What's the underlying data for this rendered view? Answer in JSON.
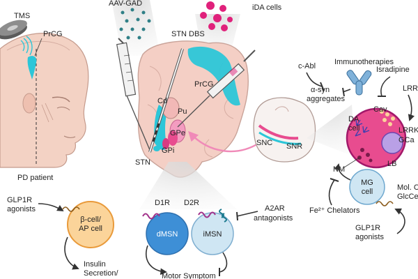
{
  "colors": {
    "cyan": "#2cc6d8",
    "skin": "#f3d2c4",
    "brain": "#f4cfc5",
    "brain_outline": "#c9a399",
    "pink": "#e84c8f",
    "magenta": "#e4177a",
    "orange_cell": "#fbd49a",
    "orange_edge": "#e99a3a",
    "dmsn_blue": "#3e8fd6",
    "imsn_blue": "#cfe6f3",
    "teal_dots": "#2f7f86",
    "ida_dots": "#e0217b",
    "purple": "#7a3fa8",
    "dark": "#333333"
  },
  "labels": {
    "tms": "TMS",
    "prcg_left": "PrCG",
    "pd_patient": "PD patient",
    "aav_gad": "AAV-GAD",
    "stn_dbs": "STN DBS",
    "prcg_brain": "PrCG",
    "ida_cells": "iDA cells",
    "cd": "Cd",
    "pu": "Pu",
    "gpe": "GPe",
    "gpi": "GPi",
    "stn": "STN",
    "snc": "SNC",
    "snr": "SNR",
    "c_abl": "c-Abl",
    "immunotherapies": "Immunotherapies",
    "isradipine": "Isradipine",
    "lrr": "LRR",
    "asyn_line1": "α-syn",
    "asyn_line2": "aggregates",
    "cav": "Cav",
    "da_cell_line1": "DA",
    "da_cell_line2": "cell",
    "lrrk": "LRRK",
    "gca": "GCa",
    "lb": "LB",
    "nm": "NM",
    "mg_cell_line1": "MG",
    "mg_cell_line2": "cell",
    "mol_line1": "Mol. C",
    "mol_line2": "GlcCe",
    "fe_chelators": "Fe²⁺ Chelators",
    "glp1r_right_line1": "GLP1R",
    "glp1r_right_line2": "agonists",
    "glp1r_left_line1": "GLP1R",
    "glp1r_left_line2": "agonists",
    "beta_cell_line1": "β-cell/",
    "beta_cell_line2": "AP cell",
    "insulin_line1": "Insulin",
    "insulin_line2": "Secretion/",
    "d1r": "D1R",
    "d2r": "D2R",
    "dmsn": "dMSN",
    "imsn": "iMSN",
    "a2ar_line1": "A2AR",
    "a2ar_line2": "antagonists",
    "motor_symptom": "Motor Symptom"
  }
}
